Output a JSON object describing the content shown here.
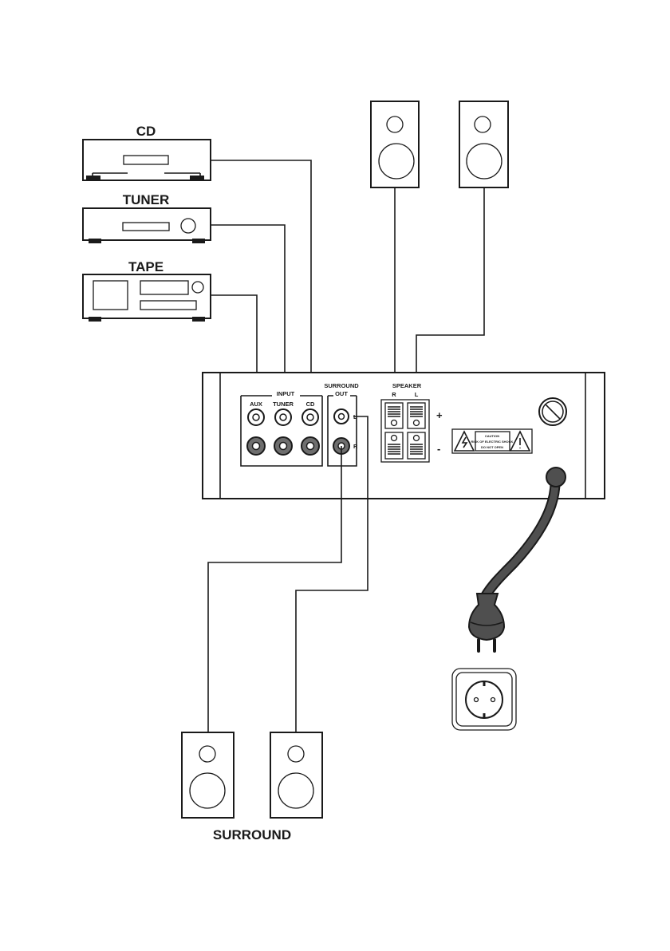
{
  "devices": {
    "cd": "CD",
    "tuner": "TUNER",
    "tape": "TAPE"
  },
  "amplifier": {
    "input_label": "INPUT",
    "jack_aux": "AUX",
    "jack_tuner": "TUNER",
    "jack_cd": "CD",
    "surround_out_line1": "SURROUND",
    "surround_out_line2": "OUT",
    "surround_l": "L",
    "surround_r": "R",
    "speaker_label": "SPEAKER",
    "speaker_r": "R",
    "speaker_l": "L",
    "plus": "+",
    "minus": "-",
    "caution_line1": "CAUTION",
    "caution_line2": "RISK OF ELECTRIC SHOCK",
    "caution_line3": "DO NOT OPEN"
  },
  "surround_label": "SURROUND"
}
